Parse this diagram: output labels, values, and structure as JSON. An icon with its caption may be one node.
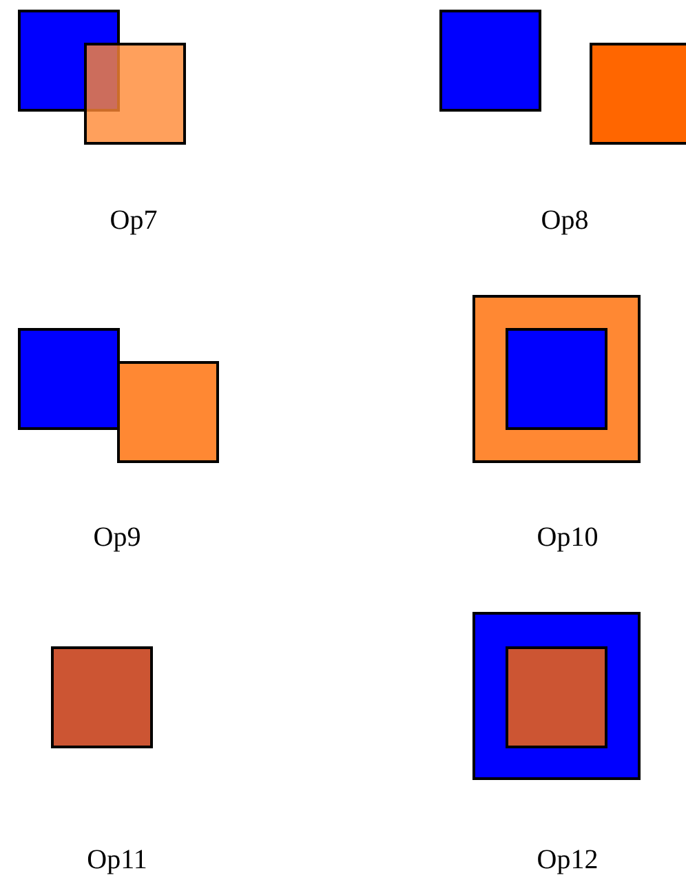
{
  "diagram": {
    "labels": [
      "Op7",
      "Op8",
      "Op9",
      "Op10",
      "Op11",
      "Op12"
    ]
  }
}
